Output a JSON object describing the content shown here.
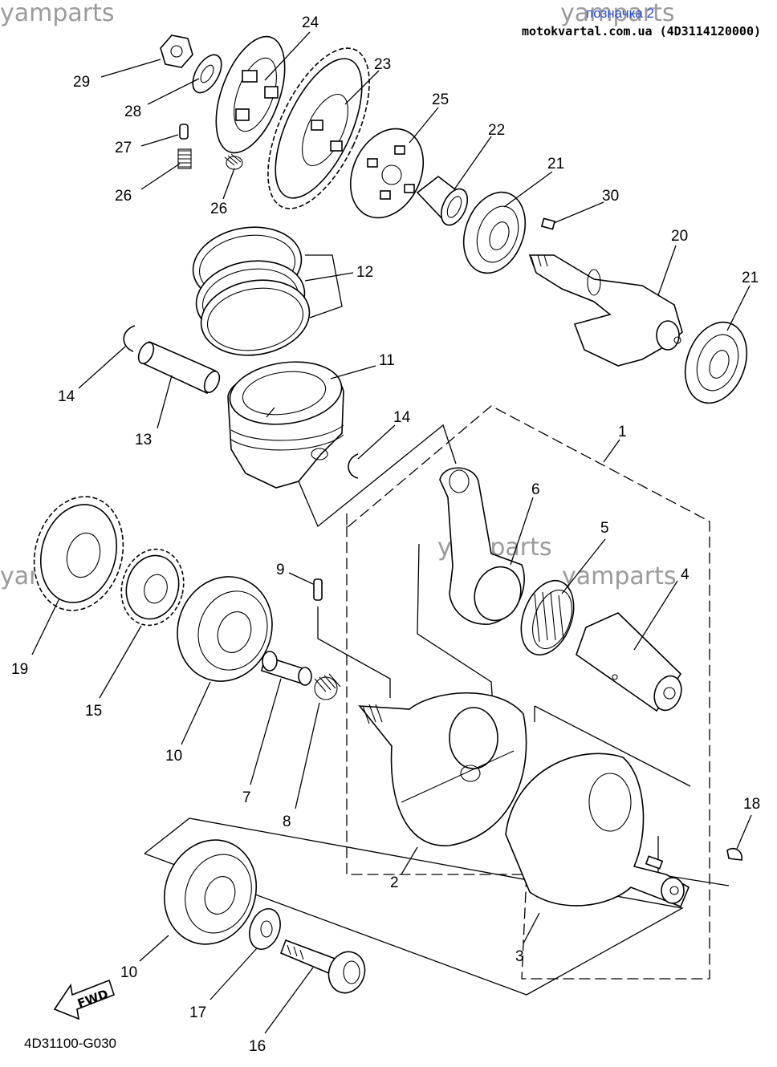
{
  "header": {
    "watermark": "yamparts",
    "link_text": "позначка 2",
    "source": "motokvartal.com.ua (4D3114120000)"
  },
  "diagram": {
    "code": "4D31100-G030",
    "fwd_label": "FWD",
    "callouts": [
      "1",
      "2",
      "3",
      "4",
      "5",
      "6",
      "7",
      "8",
      "9",
      "10",
      "10",
      "11",
      "12",
      "13",
      "14",
      "14",
      "15",
      "16",
      "17",
      "18",
      "19",
      "20",
      "21",
      "21",
      "22",
      "23",
      "24",
      "25",
      "26",
      "26",
      "27",
      "28",
      "29",
      "30"
    ]
  }
}
